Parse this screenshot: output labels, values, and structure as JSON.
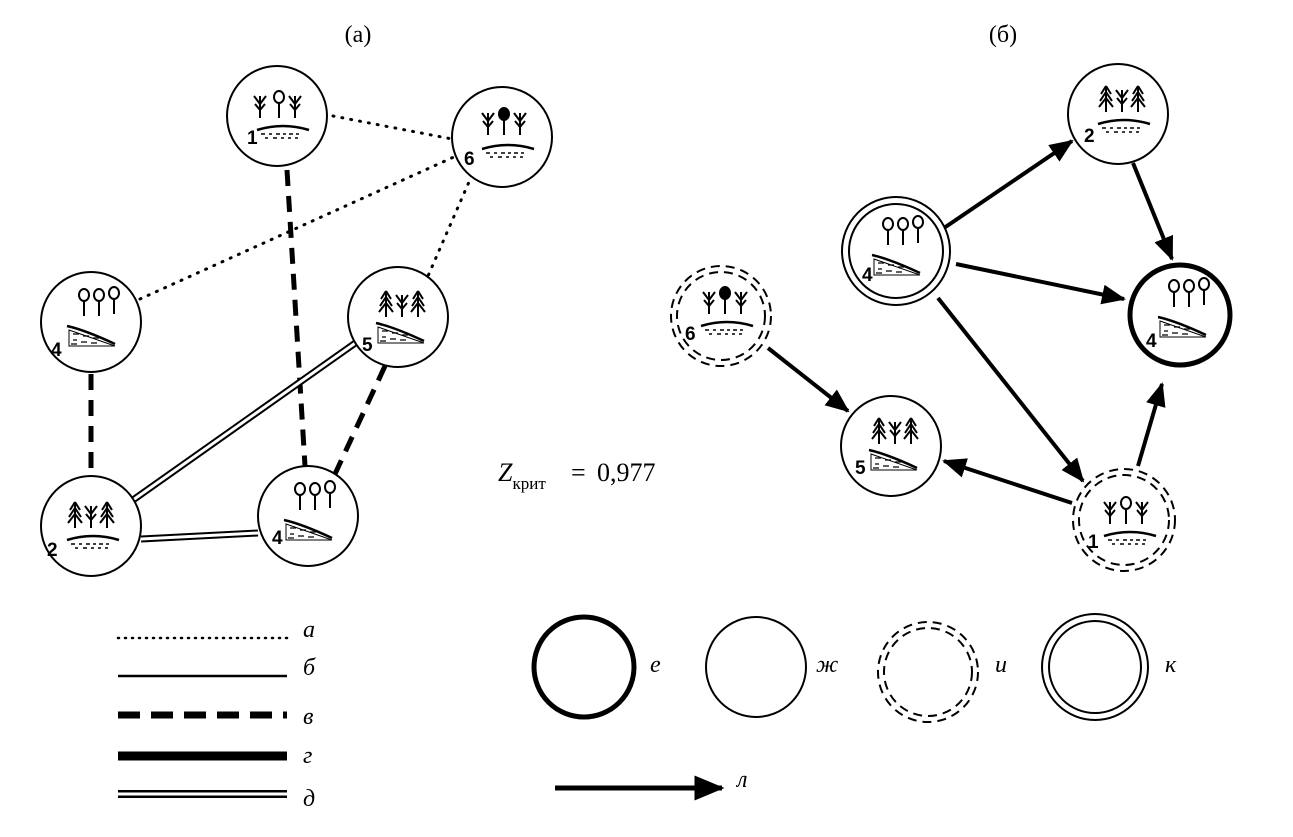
{
  "panels": {
    "a_label": "(а)",
    "b_label": "(б)"
  },
  "panel_a": {
    "nodes": [
      {
        "id": "a1",
        "number": "1",
        "icon": "birch-deciduous-mixed-icon"
      },
      {
        "id": "a6",
        "number": "6",
        "icon": "birch-with-dark-tree-icon"
      },
      {
        "id": "a4top",
        "number": "4",
        "icon": "deciduous-on-slope-icon"
      },
      {
        "id": "a5",
        "number": "5",
        "icon": "conifer-on-slope-icon"
      },
      {
        "id": "a2",
        "number": "2",
        "icon": "conifer-plain-icon"
      },
      {
        "id": "a4bot",
        "number": "4",
        "icon": "deciduous-on-slope-icon"
      }
    ],
    "edges": [
      {
        "from": "a1",
        "to": "a6",
        "style": "а"
      },
      {
        "from": "a6",
        "to": "a4top",
        "style": "а"
      },
      {
        "from": "a6",
        "to": "a5",
        "style": "а"
      },
      {
        "from": "a1",
        "to": "a4bot",
        "style": "в"
      },
      {
        "from": "a4top",
        "to": "a2",
        "style": "в"
      },
      {
        "from": "a5",
        "to": "a4bot",
        "style": "в"
      },
      {
        "from": "a2",
        "to": "a5",
        "style": "д"
      },
      {
        "from": "a2",
        "to": "a4bot",
        "style": "д"
      }
    ]
  },
  "panel_b": {
    "nodes": [
      {
        "id": "b2",
        "number": "2",
        "icon": "conifer-plain-icon",
        "border": "ж"
      },
      {
        "id": "b4src",
        "number": "4",
        "icon": "deciduous-on-slope-icon",
        "border": "к"
      },
      {
        "id": "b4sink",
        "number": "4",
        "icon": "deciduous-on-slope-icon",
        "border": "е"
      },
      {
        "id": "b6",
        "number": "6",
        "icon": "birch-with-dark-tree-icon",
        "border": "и"
      },
      {
        "id": "b5",
        "number": "5",
        "icon": "conifer-on-slope-icon",
        "border": "ж"
      },
      {
        "id": "b1",
        "number": "1",
        "icon": "birch-deciduous-mixed-icon",
        "border": "и"
      }
    ],
    "arrows": [
      {
        "from": "b4src",
        "to": "b2"
      },
      {
        "from": "b2",
        "to": "b4sink"
      },
      {
        "from": "b4src",
        "to": "b4sink"
      },
      {
        "from": "b4src",
        "to": "b1"
      },
      {
        "from": "b1",
        "to": "b4sink"
      },
      {
        "from": "b1",
        "to": "b5"
      },
      {
        "from": "b6",
        "to": "b5"
      }
    ]
  },
  "zcrit": {
    "symbol": "Z",
    "subscript": "крит",
    "equals": "=",
    "value": "0,977"
  },
  "legend_lines": [
    {
      "letter": "а",
      "style": "dotted"
    },
    {
      "letter": "б",
      "style": "thin-solid"
    },
    {
      "letter": "в",
      "style": "dashed"
    },
    {
      "letter": "г",
      "style": "thick-solid"
    },
    {
      "letter": "д",
      "style": "double"
    }
  ],
  "legend_circles": [
    {
      "letter": "е",
      "style": "thick-circle"
    },
    {
      "letter": "ж",
      "style": "thin-circle"
    },
    {
      "letter": "и",
      "style": "dashed-double-circle"
    },
    {
      "letter": "к",
      "style": "double-circle"
    }
  ],
  "legend_arrow": {
    "letter": "л",
    "style": "arrow"
  }
}
